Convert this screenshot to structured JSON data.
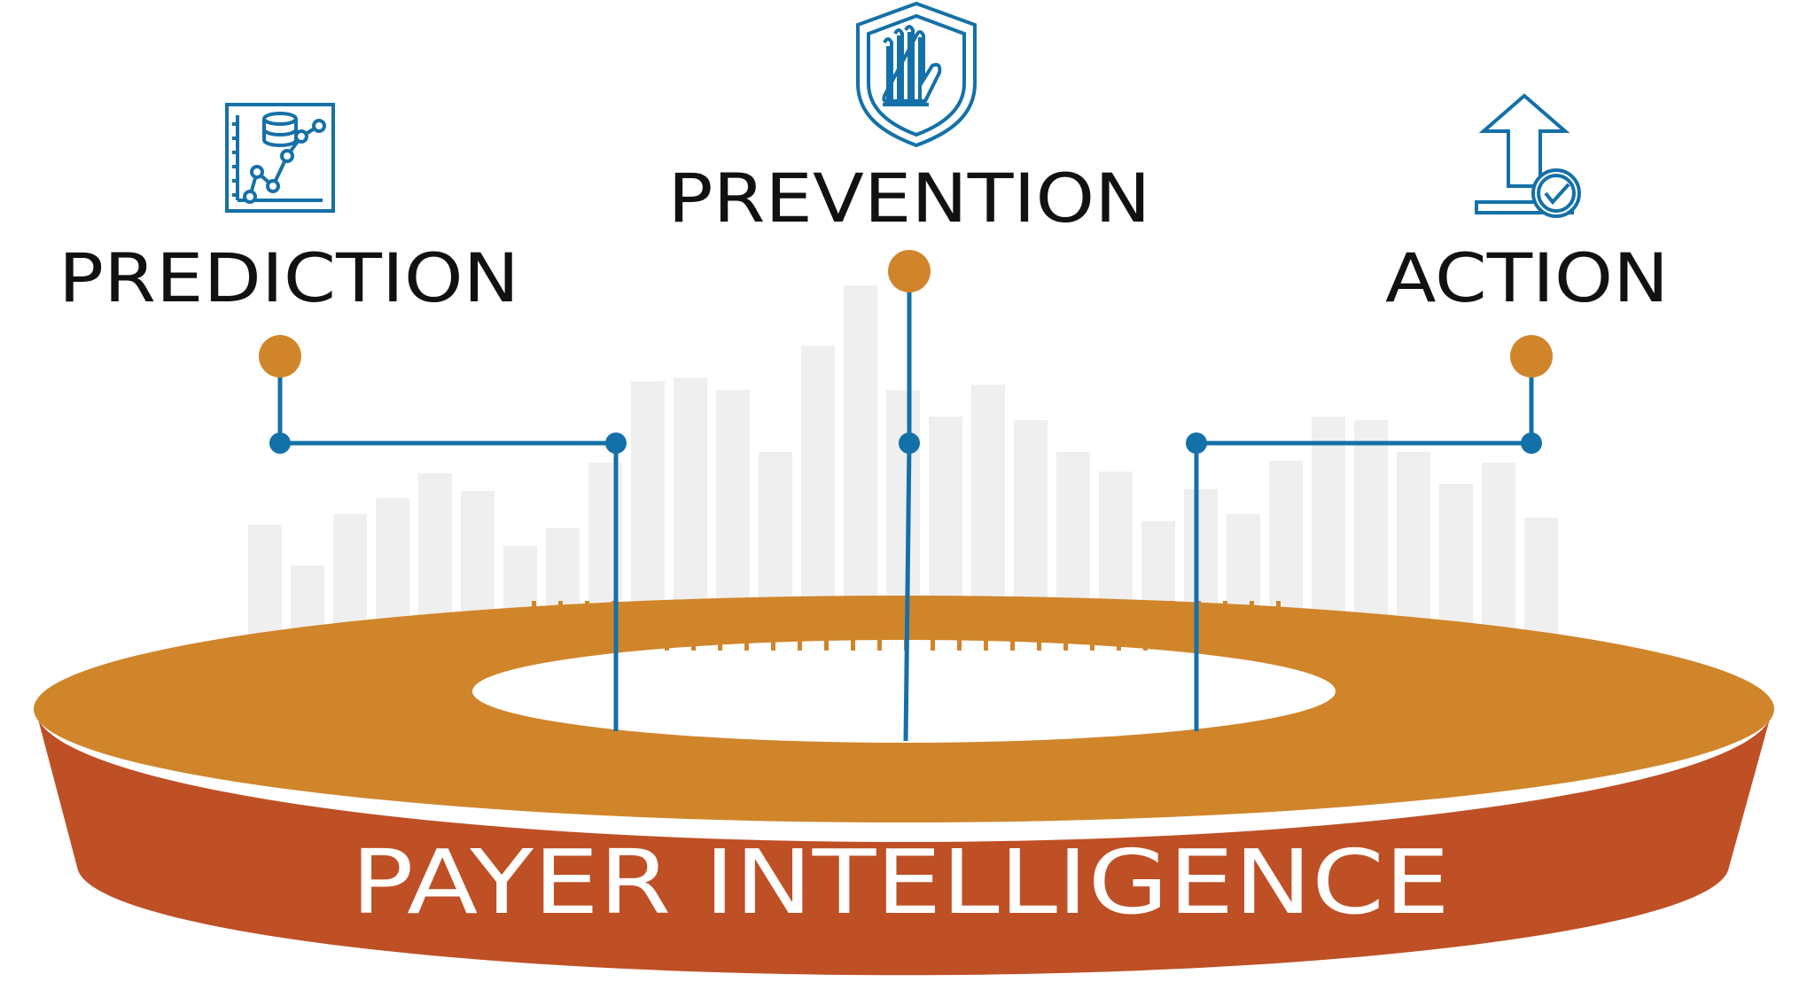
{
  "pillars": [
    {
      "id": "prediction",
      "label": "PREDICTION",
      "icon": "chart-analytics-icon"
    },
    {
      "id": "prevention",
      "label": "PREVENTION",
      "icon": "shield-hand-icon"
    },
    {
      "id": "action",
      "label": "ACTION",
      "icon": "upload-check-icon"
    }
  ],
  "base": {
    "label": "PAYER INTELLIGENCE"
  },
  "colors": {
    "connector": "#1470a8",
    "node": "#d0852a",
    "ring_top": "#d0852a",
    "ring_side": "#bf4f25",
    "bars": "#efefef",
    "text": "#111111",
    "base_text": "#ffffff"
  }
}
